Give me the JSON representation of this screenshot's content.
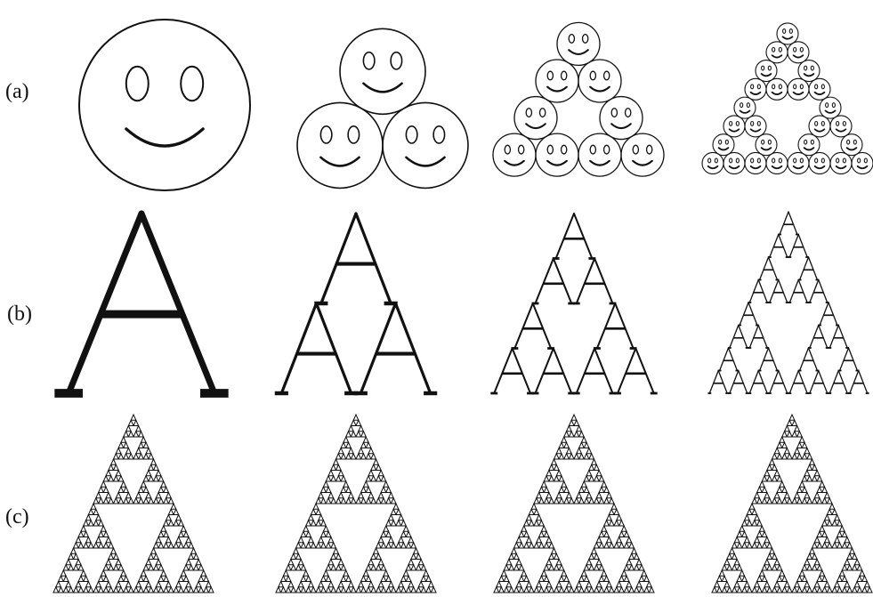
{
  "figure": {
    "rows": [
      {
        "label": "(a)",
        "motif": "smiley-face",
        "iterations": [
          0,
          1,
          2,
          3
        ]
      },
      {
        "label": "(b)",
        "motif": "letter-a",
        "iterations": [
          0,
          1,
          2,
          3
        ]
      },
      {
        "label": "(c)",
        "motif": "sierpinski-triangle",
        "iterations": [
          6,
          6,
          6,
          6
        ]
      }
    ],
    "ink_color": "#111111",
    "background_color": "#ffffff"
  }
}
